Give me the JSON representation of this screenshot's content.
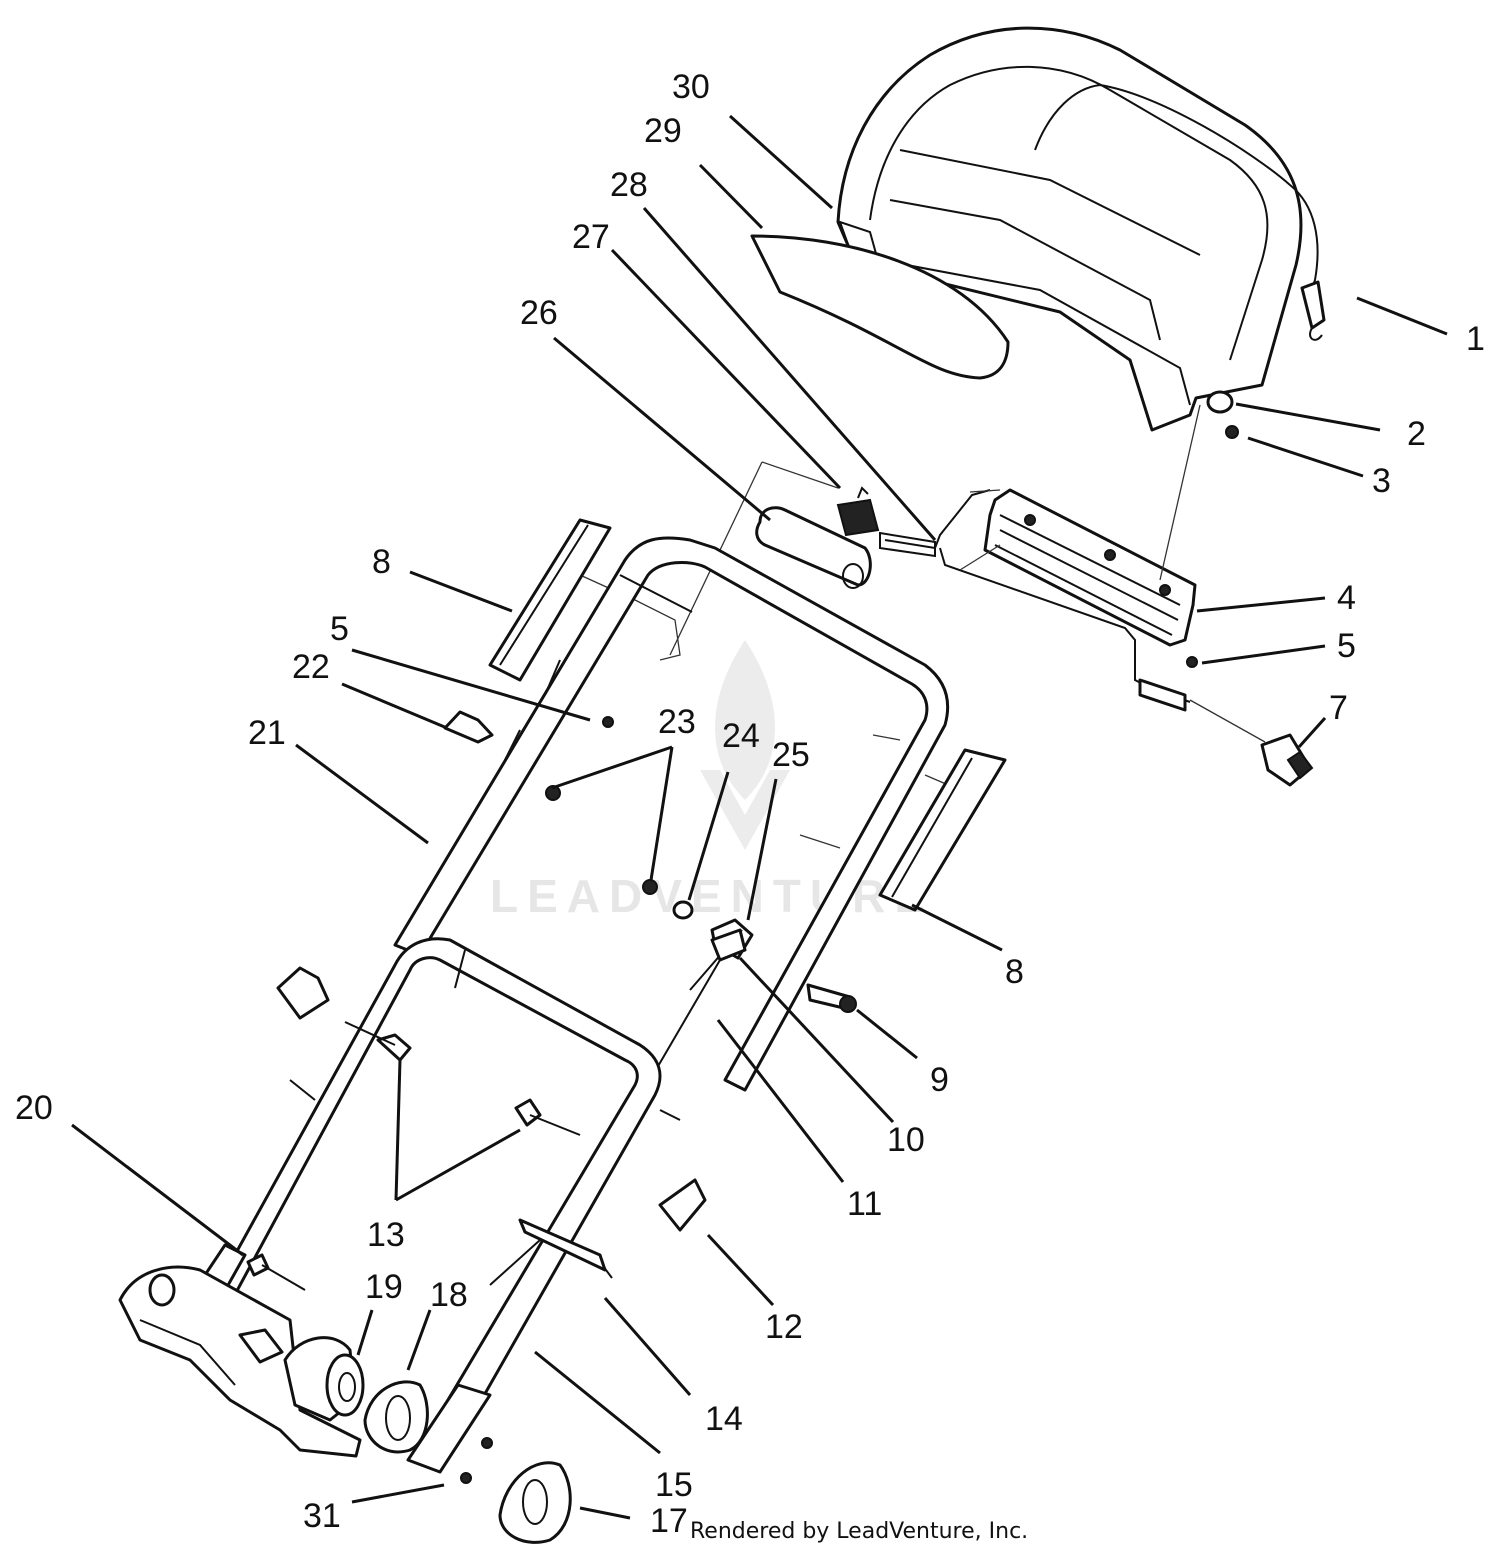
{
  "callouts": [
    {
      "id": "c1",
      "label": "1"
    },
    {
      "id": "c2",
      "label": "2"
    },
    {
      "id": "c3",
      "label": "3"
    },
    {
      "id": "c4",
      "label": "4"
    },
    {
      "id": "c5a",
      "label": "5"
    },
    {
      "id": "c5b",
      "label": "5"
    },
    {
      "id": "c7",
      "label": "7"
    },
    {
      "id": "c8a",
      "label": "8"
    },
    {
      "id": "c8b",
      "label": "8"
    },
    {
      "id": "c9",
      "label": "9"
    },
    {
      "id": "c10",
      "label": "10"
    },
    {
      "id": "c11",
      "label": "11"
    },
    {
      "id": "c12",
      "label": "12"
    },
    {
      "id": "c13",
      "label": "13"
    },
    {
      "id": "c14",
      "label": "14"
    },
    {
      "id": "c15",
      "label": "15"
    },
    {
      "id": "c17",
      "label": "17"
    },
    {
      "id": "c18",
      "label": "18"
    },
    {
      "id": "c19",
      "label": "19"
    },
    {
      "id": "c20",
      "label": "20"
    },
    {
      "id": "c21",
      "label": "21"
    },
    {
      "id": "c22",
      "label": "22"
    },
    {
      "id": "c23",
      "label": "23"
    },
    {
      "id": "c24",
      "label": "24"
    },
    {
      "id": "c25",
      "label": "25"
    },
    {
      "id": "c26",
      "label": "26"
    },
    {
      "id": "c27",
      "label": "27"
    },
    {
      "id": "c28",
      "label": "28"
    },
    {
      "id": "c29",
      "label": "29"
    },
    {
      "id": "c30",
      "label": "30"
    },
    {
      "id": "c31",
      "label": "31"
    }
  ],
  "watermark": "LEADVENTURE",
  "footer_text": "Rendered by LeadVenture, Inc."
}
